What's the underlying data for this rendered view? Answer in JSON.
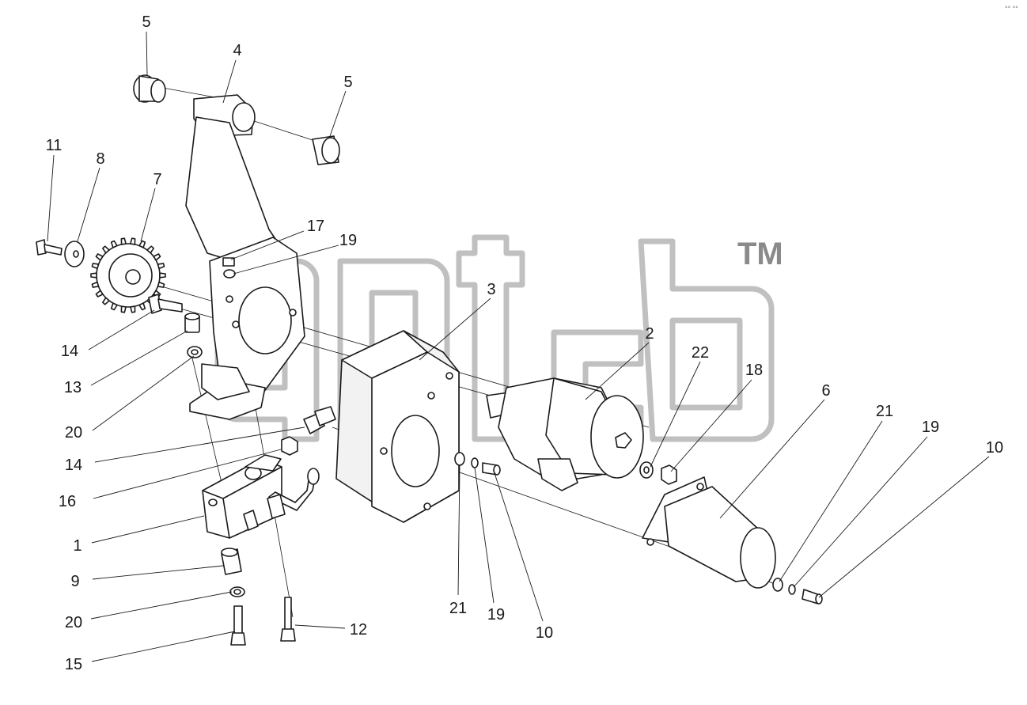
{
  "watermark": {
    "tm": "TM"
  },
  "corner_mark": "°° °°",
  "callouts": [
    {
      "id": "c5a",
      "text": "5"
    },
    {
      "id": "c4",
      "text": "4"
    },
    {
      "id": "c5b",
      "text": "5"
    },
    {
      "id": "c11",
      "text": "11"
    },
    {
      "id": "c8",
      "text": "8"
    },
    {
      "id": "c7",
      "text": "7"
    },
    {
      "id": "c17",
      "text": "17"
    },
    {
      "id": "c19a",
      "text": "19"
    },
    {
      "id": "c3",
      "text": "3"
    },
    {
      "id": "c2",
      "text": "2"
    },
    {
      "id": "c22",
      "text": "22"
    },
    {
      "id": "c18",
      "text": "18"
    },
    {
      "id": "c6",
      "text": "6"
    },
    {
      "id": "c21a",
      "text": "21"
    },
    {
      "id": "c19b",
      "text": "19"
    },
    {
      "id": "c10a",
      "text": "10"
    },
    {
      "id": "c14a",
      "text": "14"
    },
    {
      "id": "c13",
      "text": "13"
    },
    {
      "id": "c20a",
      "text": "20"
    },
    {
      "id": "c14b",
      "text": "14"
    },
    {
      "id": "c16",
      "text": "16"
    },
    {
      "id": "c1",
      "text": "1"
    },
    {
      "id": "c9",
      "text": "9"
    },
    {
      "id": "c20b",
      "text": "20"
    },
    {
      "id": "c15",
      "text": "15"
    },
    {
      "id": "c12",
      "text": "12"
    },
    {
      "id": "c21b",
      "text": "21"
    },
    {
      "id": "c19c",
      "text": "19"
    },
    {
      "id": "c10b",
      "text": "10"
    }
  ]
}
